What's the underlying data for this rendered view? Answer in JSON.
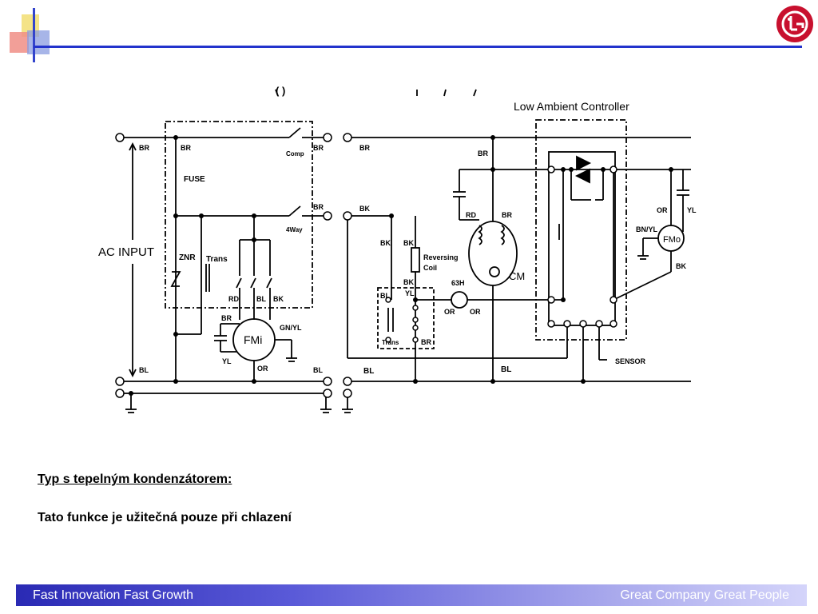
{
  "brand": {
    "logo_text": "LG",
    "accent_color": "#c8102e",
    "rule_color": "#2233cc"
  },
  "diagram": {
    "title_partial": "(                    )",
    "box_title": "Low Ambient Controller",
    "ac_input": "AC INPUT",
    "labels": {
      "br": "BR",
      "bk": "BK",
      "bl": "BL",
      "or": "OR",
      "yl": "YL",
      "rd": "RD",
      "bk2": "BK",
      "br2": "BR",
      "bn_yl": "BN/YL",
      "gn_yl": "GN/YL",
      "fuse": "FUSE",
      "znr": "ZNR",
      "trans": "Trans",
      "trans2": "Trans",
      "comp": "Comp",
      "fourway": "4Way",
      "fmi": "FMi",
      "fmo": "FMo",
      "cm": "CM",
      "reversing": "Reversing",
      "coil": "Coil",
      "sh63": "63H",
      "sensor": "SENSOR",
      "rd2": "RD",
      "bk_sw": "BK",
      "bl_sw": "BL"
    }
  },
  "captions": {
    "heading": "Typ s tepelným kondenzátorem:",
    "body": "Tato funkce je užitečná pouze při chlazení"
  },
  "footer": {
    "left": "Fast Innovation  Fast Growth",
    "right": "Great Company  Great People"
  }
}
